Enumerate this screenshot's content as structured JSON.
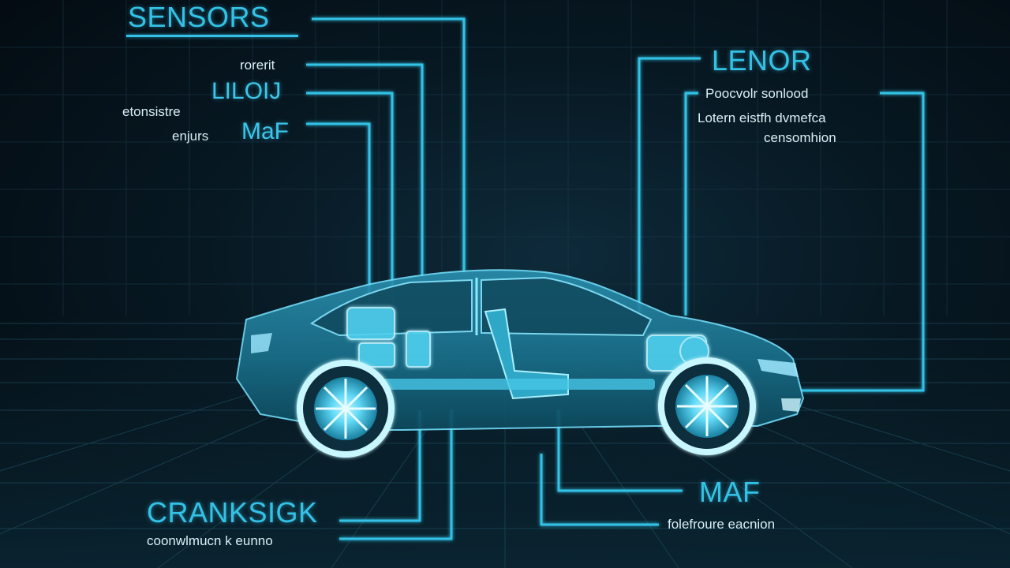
{
  "colors": {
    "background": "#06141c",
    "accent": "#33c2e6",
    "car_body": "#1a6f8a",
    "glow": "#7fe3ff",
    "text_light": "#d9eef5"
  },
  "labels": {
    "top_left": {
      "title": "SENSORS",
      "line1": "rorerit",
      "line2": "LILOIJ",
      "line3": "etonsistre",
      "line4_small": "enjurs",
      "line4_big": "MaF"
    },
    "top_right": {
      "title": "LENOR",
      "line1": "Poocvolr sonlood",
      "line2": "Lotern eistfh dvmefca",
      "line3": "censomhion"
    },
    "bottom_left": {
      "title": "CRANKSIGK",
      "subtitle": "coonwlmucn k eunno"
    },
    "bottom_right": {
      "title": "MAF",
      "subtitle": "folefroure eacnion"
    }
  }
}
